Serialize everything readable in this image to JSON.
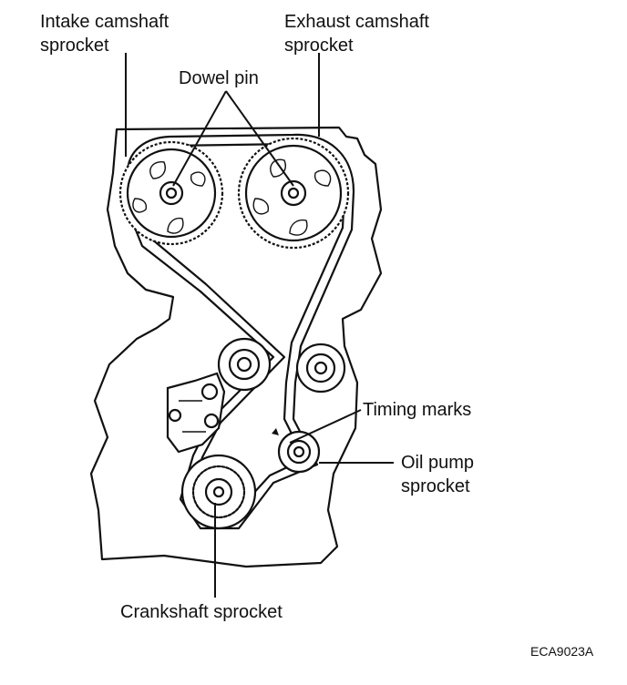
{
  "labels": {
    "intake_line1": "Intake camshaft",
    "intake_line2": "sprocket",
    "exhaust_line1": "Exhaust camshaft",
    "exhaust_line2": "sprocket",
    "dowel_pin": "Dowel pin",
    "timing_marks": "Timing marks",
    "oil_pump_line1": "Oil pump",
    "oil_pump_line2": "sprocket",
    "crankshaft": "Crankshaft sprocket",
    "figure_code": "ECA9023A"
  }
}
